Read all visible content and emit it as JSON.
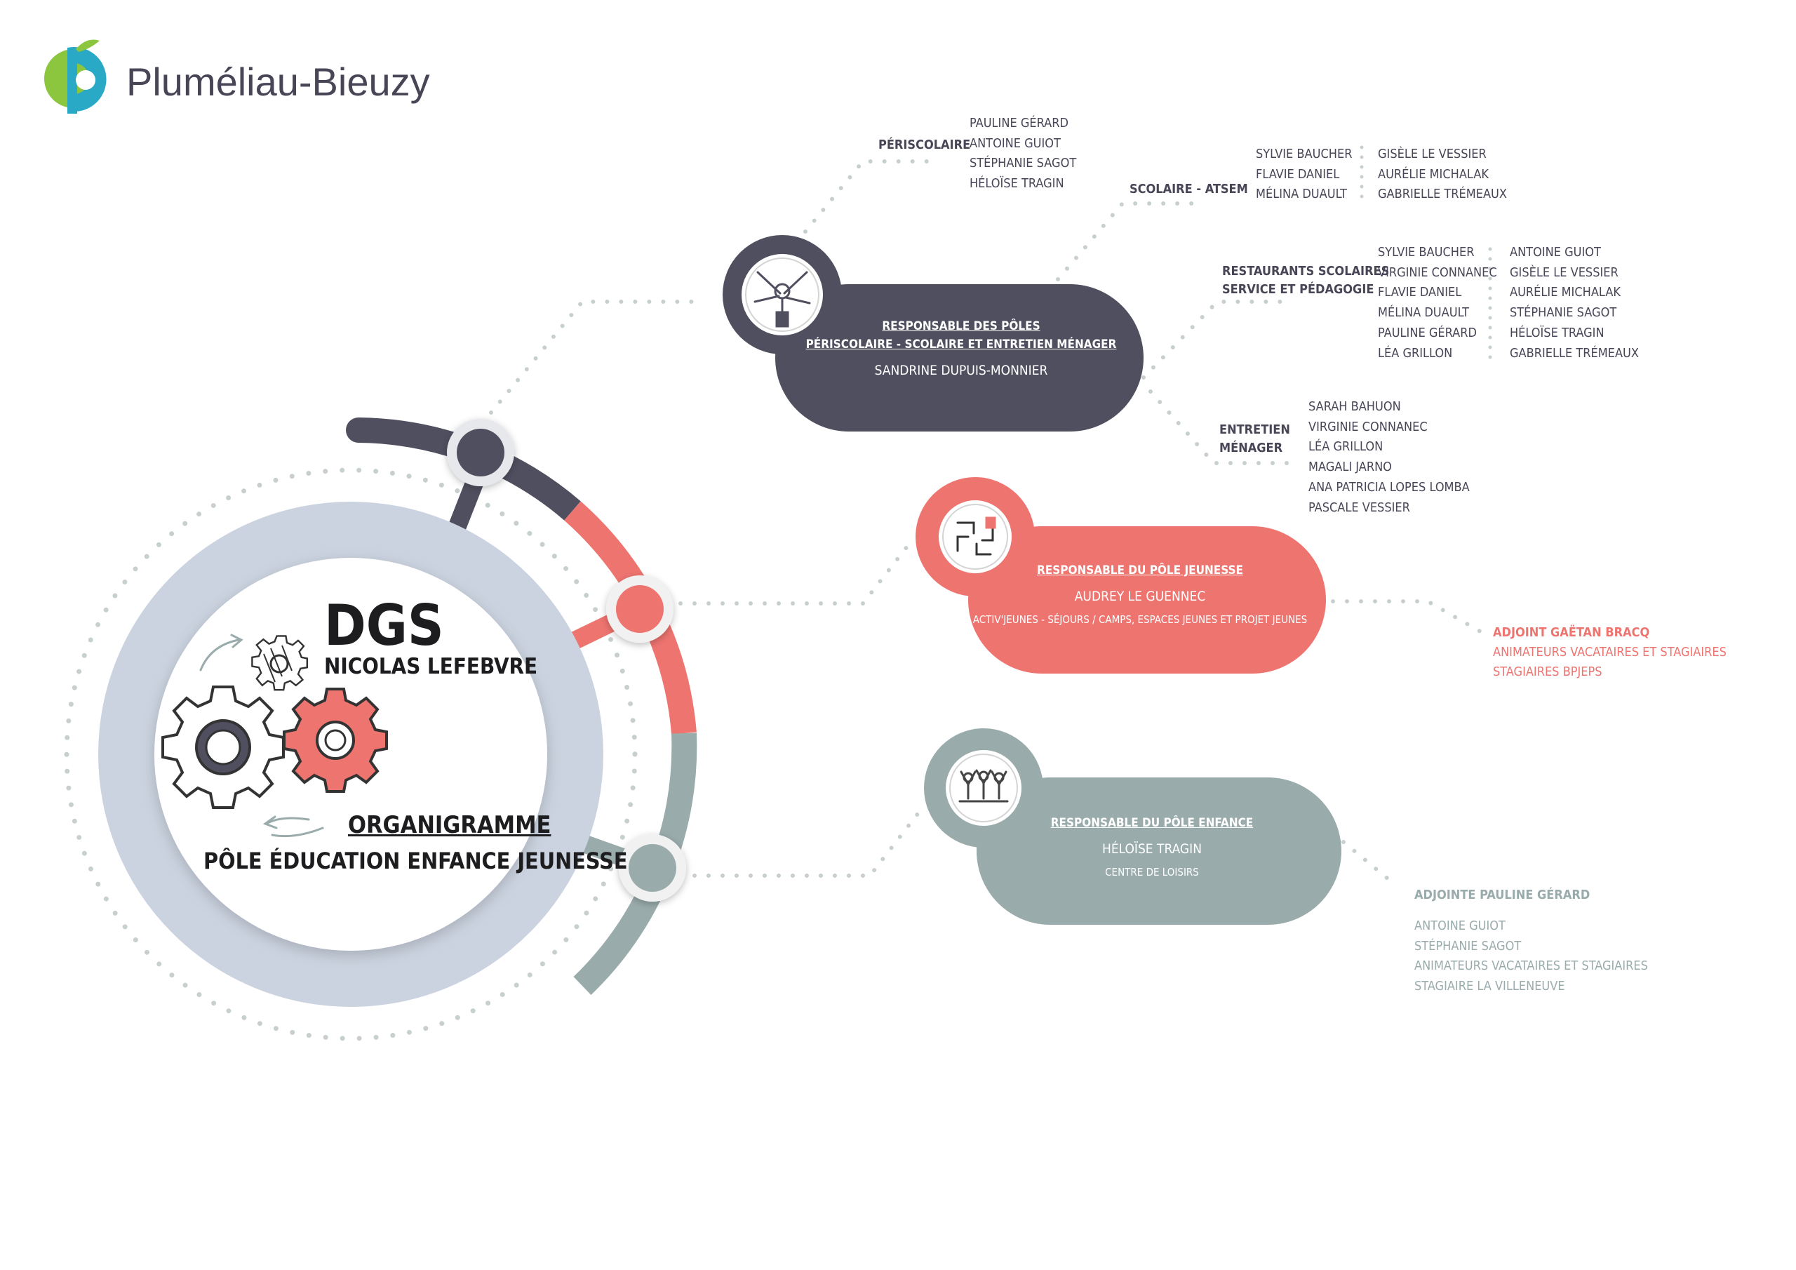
{
  "logo": {
    "text": "Pluméliau-Bieuzy"
  },
  "colors": {
    "dark": "#504f60",
    "coral": "#ee7470",
    "grey": "#9aabab",
    "pale": "#cbd3e0",
    "dots": "#c8d0cf"
  },
  "center": {
    "title": "DGS",
    "name": "NICOLAS LEFEBVRE",
    "chart_title": "ORGANIGRAMME",
    "subtitle": "PÔLE ÉDUCATION ENFANCE JEUNESSE"
  },
  "poles": {
    "dark": {
      "icon": "hands-together-icon",
      "role_line1": "RESPONSABLE DES PÔLES",
      "role_line2": "PÉRISCOLAIRE - SCOLAIRE ET ENTRETIEN MÉNAGER",
      "name": "SANDRINE DUPUIS-MONNIER",
      "branches": {
        "periscolaire": {
          "label": "PÉRISCOLAIRE",
          "members": [
            "PAULINE GÉRARD",
            "ANTOINE GUIOT",
            "STÉPHANIE SAGOT",
            "HÉLOÏSE TRAGIN"
          ]
        },
        "scolaire": {
          "label": "SCOLAIRE - ATSEM",
          "col1": [
            "SYLVIE BAUCHER",
            "FLAVIE DANIEL",
            "MÉLINA DUAULT"
          ],
          "col2": [
            "GISÈLE LE VESSIER",
            "AURÉLIE MICHALAK",
            "GABRIELLE TRÉMEAUX"
          ]
        },
        "restaurants": {
          "label_line1": "RESTAURANTS SCOLAIRES",
          "label_line2": "SERVICE ET PÉDAGOGIE",
          "col1": [
            "SYLVIE BAUCHER",
            "VIRGINIE CONNANEC",
            "FLAVIE DANIEL",
            "MÉLINA DUAULT",
            "PAULINE GÉRARD",
            "LÉA GRILLON"
          ],
          "col2": [
            "ANTOINE GUIOT",
            "GISÈLE LE VESSIER",
            "AURÉLIE MICHALAK",
            "STÉPHANIE SAGOT",
            "HÉLOÏSE TRAGIN",
            "GABRIELLE TRÉMEAUX"
          ]
        },
        "entretien": {
          "label_line1": "ENTRETIEN",
          "label_line2": "MÉNAGER",
          "members": [
            "SARAH BAHUON",
            "VIRGINIE CONNANEC",
            "LÉA GRILLON",
            "MAGALI JARNO",
            "ANA PATRICIA LOPES LOMBA",
            "PASCALE VESSIER"
          ]
        }
      }
    },
    "coral": {
      "icon": "hands-circle-icon",
      "role": "RESPONSABLE DU PÔLE JEUNESSE",
      "name": "AUDREY LE GUENNEC",
      "desc": "ACTIV'JEUNES - SÉJOURS / CAMPS, ESPACES JEUNES ET PROJET JEUNES",
      "team": {
        "lead": "ADJOINT GAËTAN BRACQ",
        "members": [
          "ANIMATEURS VACATAIRES ET STAGIAIRES",
          "STAGIAIRES BPJEPS"
        ]
      }
    },
    "grey": {
      "icon": "children-group-icon",
      "role": "RESPONSABLE DU PÔLE ENFANCE",
      "name": "HÉLOÏSE TRAGIN",
      "desc": "CENTRE DE LOISIRS",
      "team": {
        "lead": "ADJOINTE PAULINE GÉRARD",
        "members": [
          "ANTOINE GUIOT",
          "STÉPHANIE SAGOT",
          "ANIMATEURS VACATAIRES ET STAGIAIRES",
          "STAGIAIRE LA VILLENEUVE"
        ]
      }
    }
  }
}
